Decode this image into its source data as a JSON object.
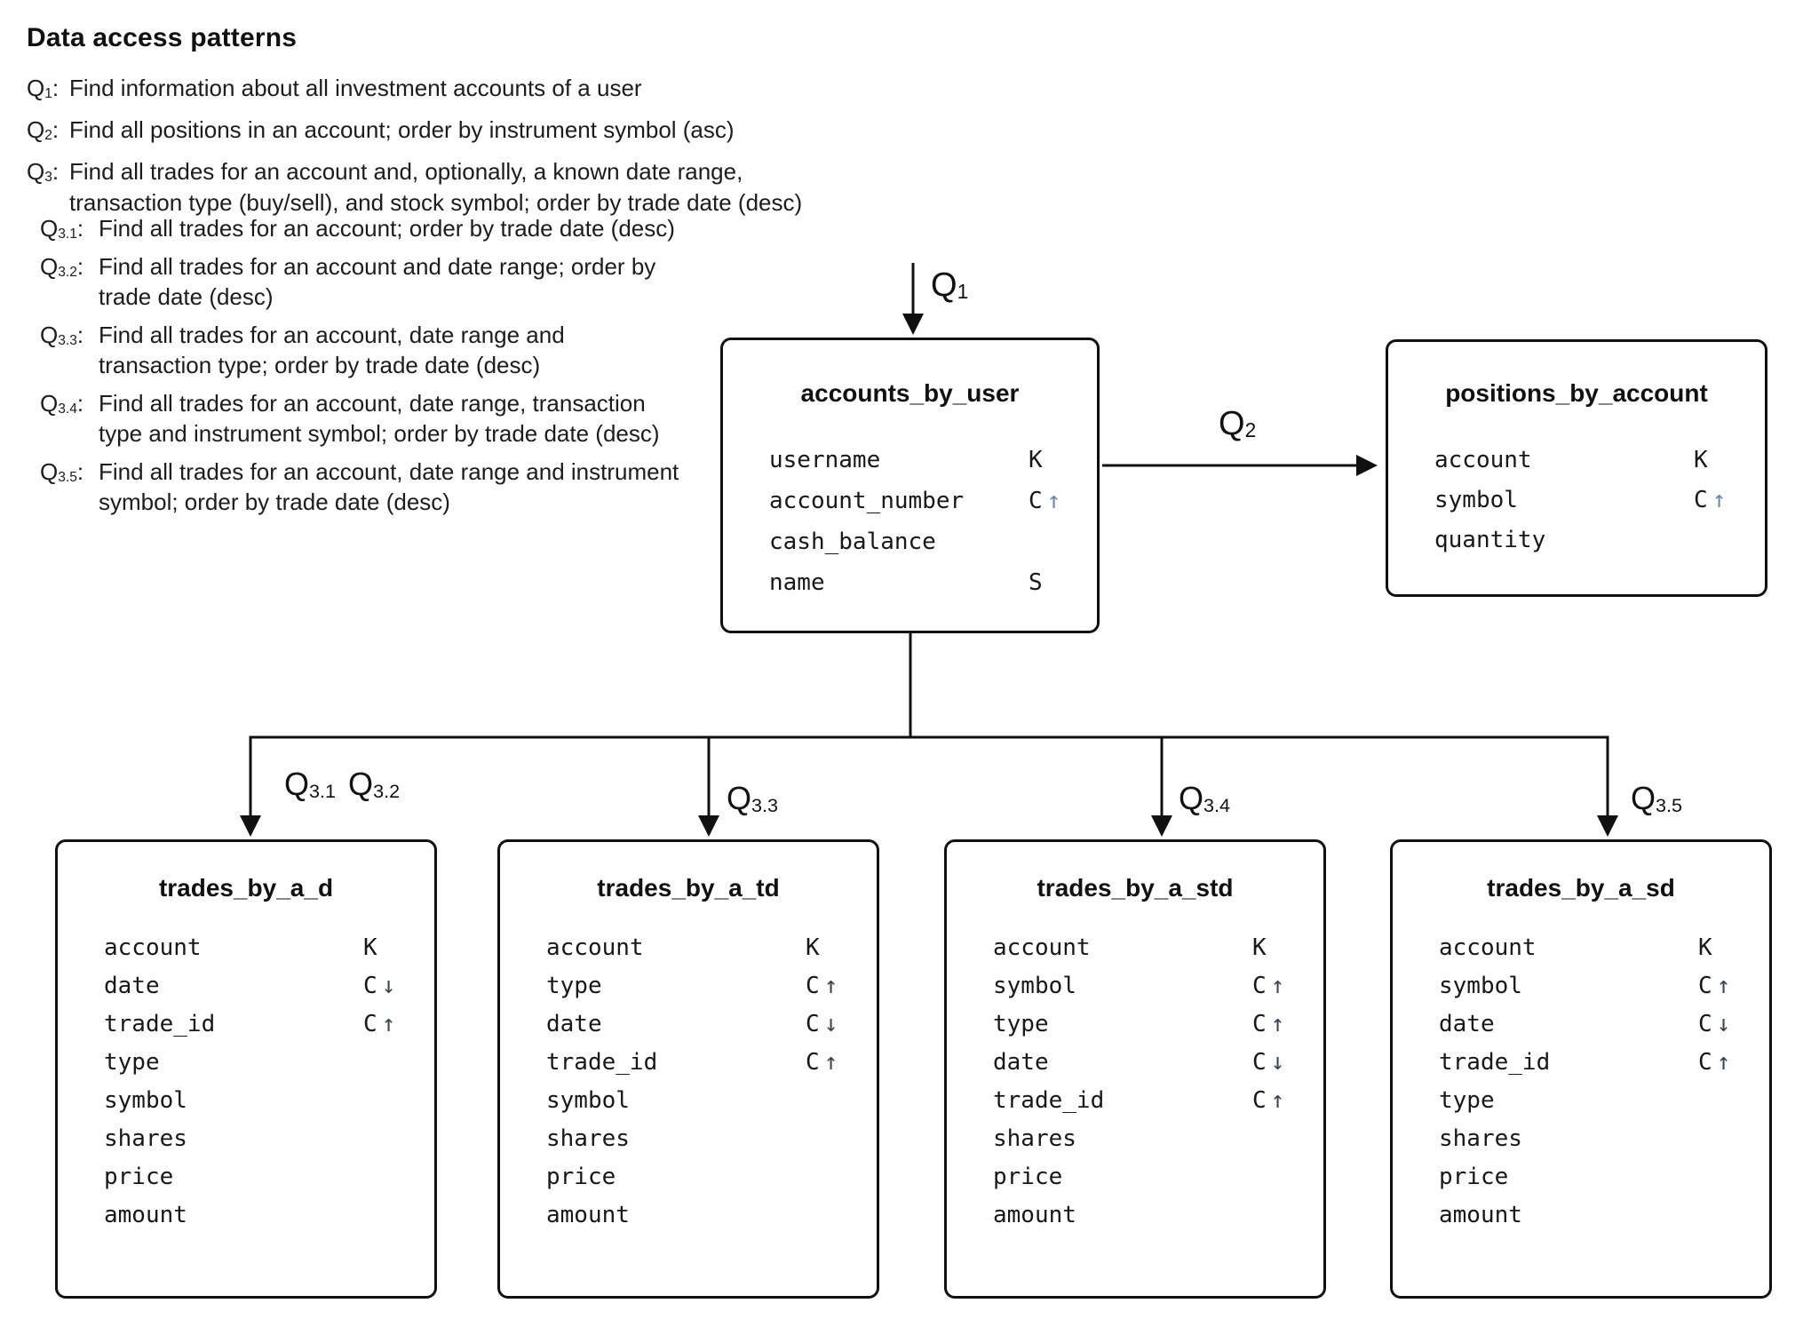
{
  "page": {
    "title": "Data access patterns"
  },
  "ui": {
    "colon": ":"
  },
  "colors": {
    "line": "#101010",
    "text": "#1c1c1c",
    "sort_arrow_top_tables": "#6d86ac",
    "sort_arrow_bottom_tables": "#3d4350"
  },
  "queries": [
    {
      "base": "Q",
      "sub": "1",
      "text": "Find information about all investment accounts of a user"
    },
    {
      "base": "Q",
      "sub": "2",
      "text": "Find all positions in an account; order by instrument symbol (asc)"
    },
    {
      "base": "Q",
      "sub": "3",
      "text": "Find all trades for an account and, optionally, a known date range,\ntransaction type (buy/sell), and stock symbol; order by trade date (desc)"
    }
  ],
  "subqueries": [
    {
      "base": "Q",
      "sub": "3.1",
      "text": "Find all trades for an account; order by trade date (desc)"
    },
    {
      "base": "Q",
      "sub": "3.2",
      "text": "Find all trades for an account and date range; order by\ntrade date (desc)"
    },
    {
      "base": "Q",
      "sub": "3.3",
      "text": "Find all trades for an account, date range and\ntransaction type; order by trade date (desc)"
    },
    {
      "base": "Q",
      "sub": "3.4",
      "text": "Find all trades for an account, date range, transaction\ntype and instrument symbol; order by trade date (desc)"
    },
    {
      "base": "Q",
      "sub": "3.5",
      "text": "Find all trades for an account, date range and instrument\nsymbol; order by trade date (desc)"
    }
  ],
  "arrows": {
    "q1": {
      "base": "Q",
      "sub": "1"
    },
    "q2": {
      "base": "Q",
      "sub": "2"
    },
    "q31": {
      "base": "Q",
      "sub": "3.1"
    },
    "q32": {
      "base": "Q",
      "sub": "3.2"
    },
    "q33": {
      "base": "Q",
      "sub": "3.3"
    },
    "q34": {
      "base": "Q",
      "sub": "3.4"
    },
    "q35": {
      "base": "Q",
      "sub": "3.5"
    }
  },
  "tables": {
    "accounts_by_user": {
      "title": "accounts_by_user",
      "fields": [
        {
          "name": "username",
          "key": "K",
          "arrow": ""
        },
        {
          "name": "account_number",
          "key": "C",
          "arrow": "↑"
        },
        {
          "name": "cash_balance",
          "key": "",
          "arrow": ""
        },
        {
          "name": "name",
          "key": "S",
          "arrow": ""
        }
      ]
    },
    "positions_by_account": {
      "title": "positions_by_account",
      "fields": [
        {
          "name": "account",
          "key": "K",
          "arrow": ""
        },
        {
          "name": "symbol",
          "key": "C",
          "arrow": "↑"
        },
        {
          "name": "quantity",
          "key": "",
          "arrow": ""
        }
      ]
    },
    "trades_by_a_d": {
      "title": "trades_by_a_d",
      "fields": [
        {
          "name": "account",
          "key": "K",
          "arrow": ""
        },
        {
          "name": "date",
          "key": "C",
          "arrow": "↓"
        },
        {
          "name": "trade_id",
          "key": "C",
          "arrow": "↑"
        },
        {
          "name": "type",
          "key": "",
          "arrow": ""
        },
        {
          "name": "symbol",
          "key": "",
          "arrow": ""
        },
        {
          "name": "shares",
          "key": "",
          "arrow": ""
        },
        {
          "name": "price",
          "key": "",
          "arrow": ""
        },
        {
          "name": "amount",
          "key": "",
          "arrow": ""
        }
      ]
    },
    "trades_by_a_td": {
      "title": "trades_by_a_td",
      "fields": [
        {
          "name": "account",
          "key": "K",
          "arrow": ""
        },
        {
          "name": "type",
          "key": "C",
          "arrow": "↑"
        },
        {
          "name": "date",
          "key": "C",
          "arrow": "↓"
        },
        {
          "name": "trade_id",
          "key": "C",
          "arrow": "↑"
        },
        {
          "name": "symbol",
          "key": "",
          "arrow": ""
        },
        {
          "name": "shares",
          "key": "",
          "arrow": ""
        },
        {
          "name": "price",
          "key": "",
          "arrow": ""
        },
        {
          "name": "amount",
          "key": "",
          "arrow": ""
        }
      ]
    },
    "trades_by_a_std": {
      "title": "trades_by_a_std",
      "fields": [
        {
          "name": "account",
          "key": "K",
          "arrow": ""
        },
        {
          "name": "symbol",
          "key": "C",
          "arrow": "↑"
        },
        {
          "name": "type",
          "key": "C",
          "arrow": "↑"
        },
        {
          "name": "date",
          "key": "C",
          "arrow": "↓"
        },
        {
          "name": "trade_id",
          "key": "C",
          "arrow": "↑"
        },
        {
          "name": "shares",
          "key": "",
          "arrow": ""
        },
        {
          "name": "price",
          "key": "",
          "arrow": ""
        },
        {
          "name": "amount",
          "key": "",
          "arrow": ""
        }
      ]
    },
    "trades_by_a_sd": {
      "title": "trades_by_a_sd",
      "fields": [
        {
          "name": "account",
          "key": "K",
          "arrow": ""
        },
        {
          "name": "symbol",
          "key": "C",
          "arrow": "↑"
        },
        {
          "name": "date",
          "key": "C",
          "arrow": "↓"
        },
        {
          "name": "trade_id",
          "key": "C",
          "arrow": "↑"
        },
        {
          "name": "type",
          "key": "",
          "arrow": ""
        },
        {
          "name": "shares",
          "key": "",
          "arrow": ""
        },
        {
          "name": "price",
          "key": "",
          "arrow": ""
        },
        {
          "name": "amount",
          "key": "",
          "arrow": ""
        }
      ]
    }
  }
}
